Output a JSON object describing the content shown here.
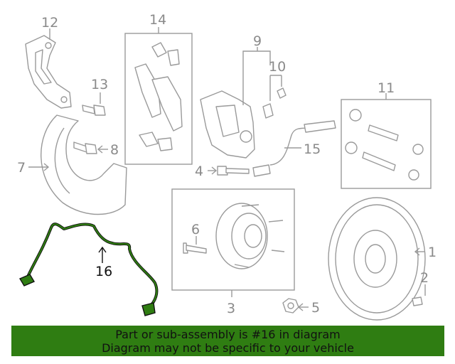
{
  "diagram": {
    "labels": {
      "p1": "1",
      "p2": "2",
      "p3": "3",
      "p4": "4",
      "p5": "5",
      "p6": "6",
      "p7": "7",
      "p8": "8",
      "p9": "9",
      "p10": "10",
      "p11": "11",
      "p12": "12",
      "p13": "13",
      "p14": "14",
      "p15": "15",
      "p16": "16"
    },
    "highlight_part": "16",
    "highlight_color": "#2f7d12",
    "line_color": "#9a9a9a"
  },
  "banner": {
    "line1": "Part or sub-assembly is #16 in diagram",
    "line2": "Diagram may not be specific to your vehicle",
    "background": "#2f7d12"
  }
}
